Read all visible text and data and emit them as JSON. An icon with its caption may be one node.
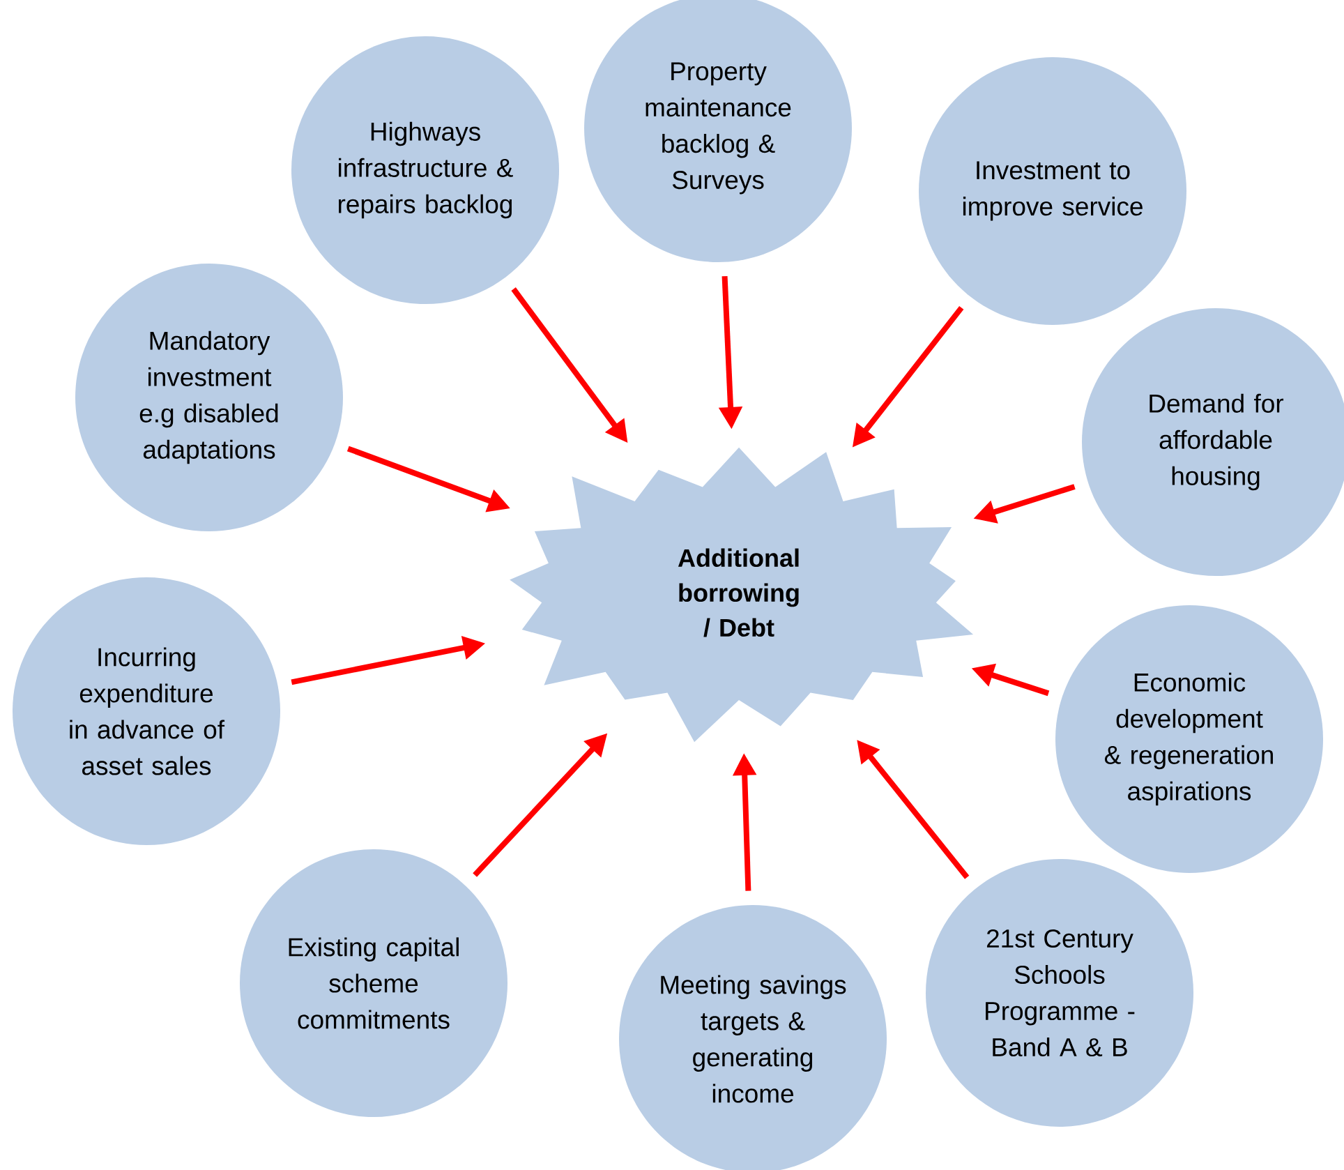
{
  "diagram": {
    "nodes": [
      {
        "text": [
          "Additional borrowing / Debt"
        ]
      },
      {
        "text": [
          "Property maintenance backlog & Surveys"
        ]
      },
      {
        "text": [
          "Highways infrastructure & repairs backlog"
        ]
      },
      {
        "text": [
          "Investment to improve service"
        ]
      },
      {
        "text": [
          "Mandatory investment e.g disabled adaptations"
        ]
      },
      {
        "text": [
          "Demand for affordable housing"
        ]
      },
      {
        "text": [
          "Incurring expenditure in advance of asset sales"
        ]
      },
      {
        "text": [
          "Economic development & regeneration aspirations"
        ]
      },
      {
        "text": [
          "Existing capital scheme commitments"
        ]
      },
      {
        "text": [
          "21st Century Schools Programme - Band A & B"
        ]
      },
      {
        "text": [
          "Meeting savings targets & generating income"
        ]
      }
    ],
    "edges": [
      {
        "from": 1,
        "to": 0,
        "arrow": "to"
      },
      {
        "from": 2,
        "to": 0,
        "arrow": "to"
      },
      {
        "from": 3,
        "to": 0,
        "arrow": "to"
      },
      {
        "from": 4,
        "to": 0,
        "arrow": "to"
      },
      {
        "from": 5,
        "to": 0,
        "arrow": "to"
      },
      {
        "from": 6,
        "to": 0,
        "arrow": "to"
      },
      {
        "from": 7,
        "to": 0,
        "arrow": "to"
      },
      {
        "from": 8,
        "to": 0,
        "arrow": "to"
      },
      {
        "from": 9,
        "to": 0,
        "arrow": "to"
      },
      {
        "from": 10,
        "to": 0,
        "arrow": "to"
      }
    ]
  }
}
